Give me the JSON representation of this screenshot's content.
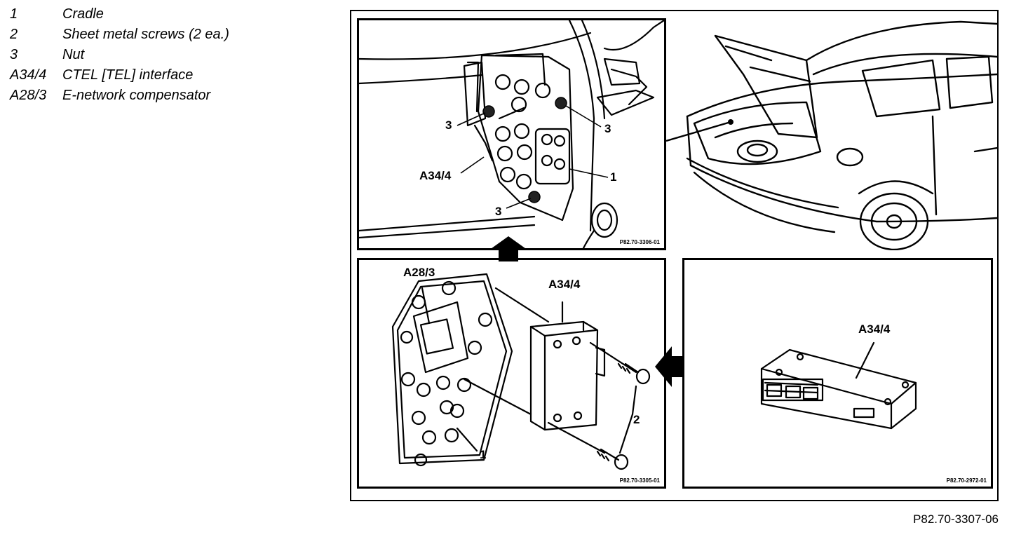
{
  "legend": [
    {
      "num": "1",
      "desc": "Cradle"
    },
    {
      "num": "2",
      "desc": "Sheet metal screws (2 ea.)"
    },
    {
      "num": "3",
      "desc": "Nut"
    },
    {
      "num": "A34/4",
      "desc": "CTEL [TEL] interface"
    },
    {
      "num": "A28/3",
      "desc": "E-network compensator"
    }
  ],
  "panels": {
    "top_left": {
      "callouts": {
        "nut_left": "3",
        "nut_right": "3",
        "nut_bottom": "3",
        "module": "A34/4",
        "cradle": "1"
      },
      "code": "P82.70-3306-01"
    },
    "bottom_left": {
      "callouts": {
        "compensator": "A28/3",
        "module": "A34/4",
        "screws": "2",
        "cradle": "1"
      },
      "code": "P82.70-3305-01"
    },
    "bottom_right": {
      "callouts": {
        "module": "A34/4"
      },
      "code": "P82.70-2972-01"
    }
  },
  "figure_ref": "P82.70-3307-06"
}
